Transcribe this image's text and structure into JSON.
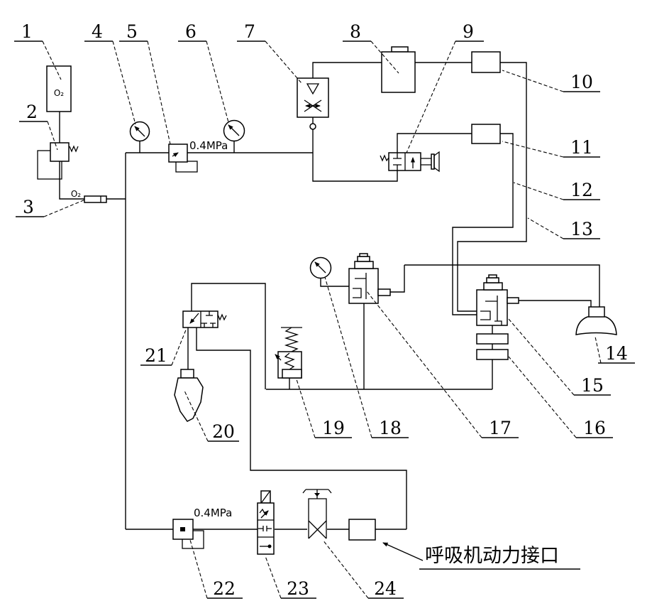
{
  "figure": {
    "kind": "pneumatic-schematic",
    "callouts": [
      {
        "num": "1"
      },
      {
        "num": "2"
      },
      {
        "num": "3"
      },
      {
        "num": "4"
      },
      {
        "num": "5"
      },
      {
        "num": "6"
      },
      {
        "num": "7"
      },
      {
        "num": "8"
      },
      {
        "num": "9"
      },
      {
        "num": "10"
      },
      {
        "num": "11"
      },
      {
        "num": "12"
      },
      {
        "num": "13"
      },
      {
        "num": "14"
      },
      {
        "num": "15"
      },
      {
        "num": "16"
      },
      {
        "num": "17"
      },
      {
        "num": "18"
      },
      {
        "num": "19"
      },
      {
        "num": "20"
      },
      {
        "num": "21"
      },
      {
        "num": "22"
      },
      {
        "num": "23"
      },
      {
        "num": "24"
      }
    ],
    "annotations": {
      "cylinder_gas": "O₂",
      "line_gas": "O₂",
      "pressure_main": "0.4MPa",
      "pressure_drive": "0.4MPa",
      "ventilator_port": "呼吸机动力接口"
    }
  }
}
